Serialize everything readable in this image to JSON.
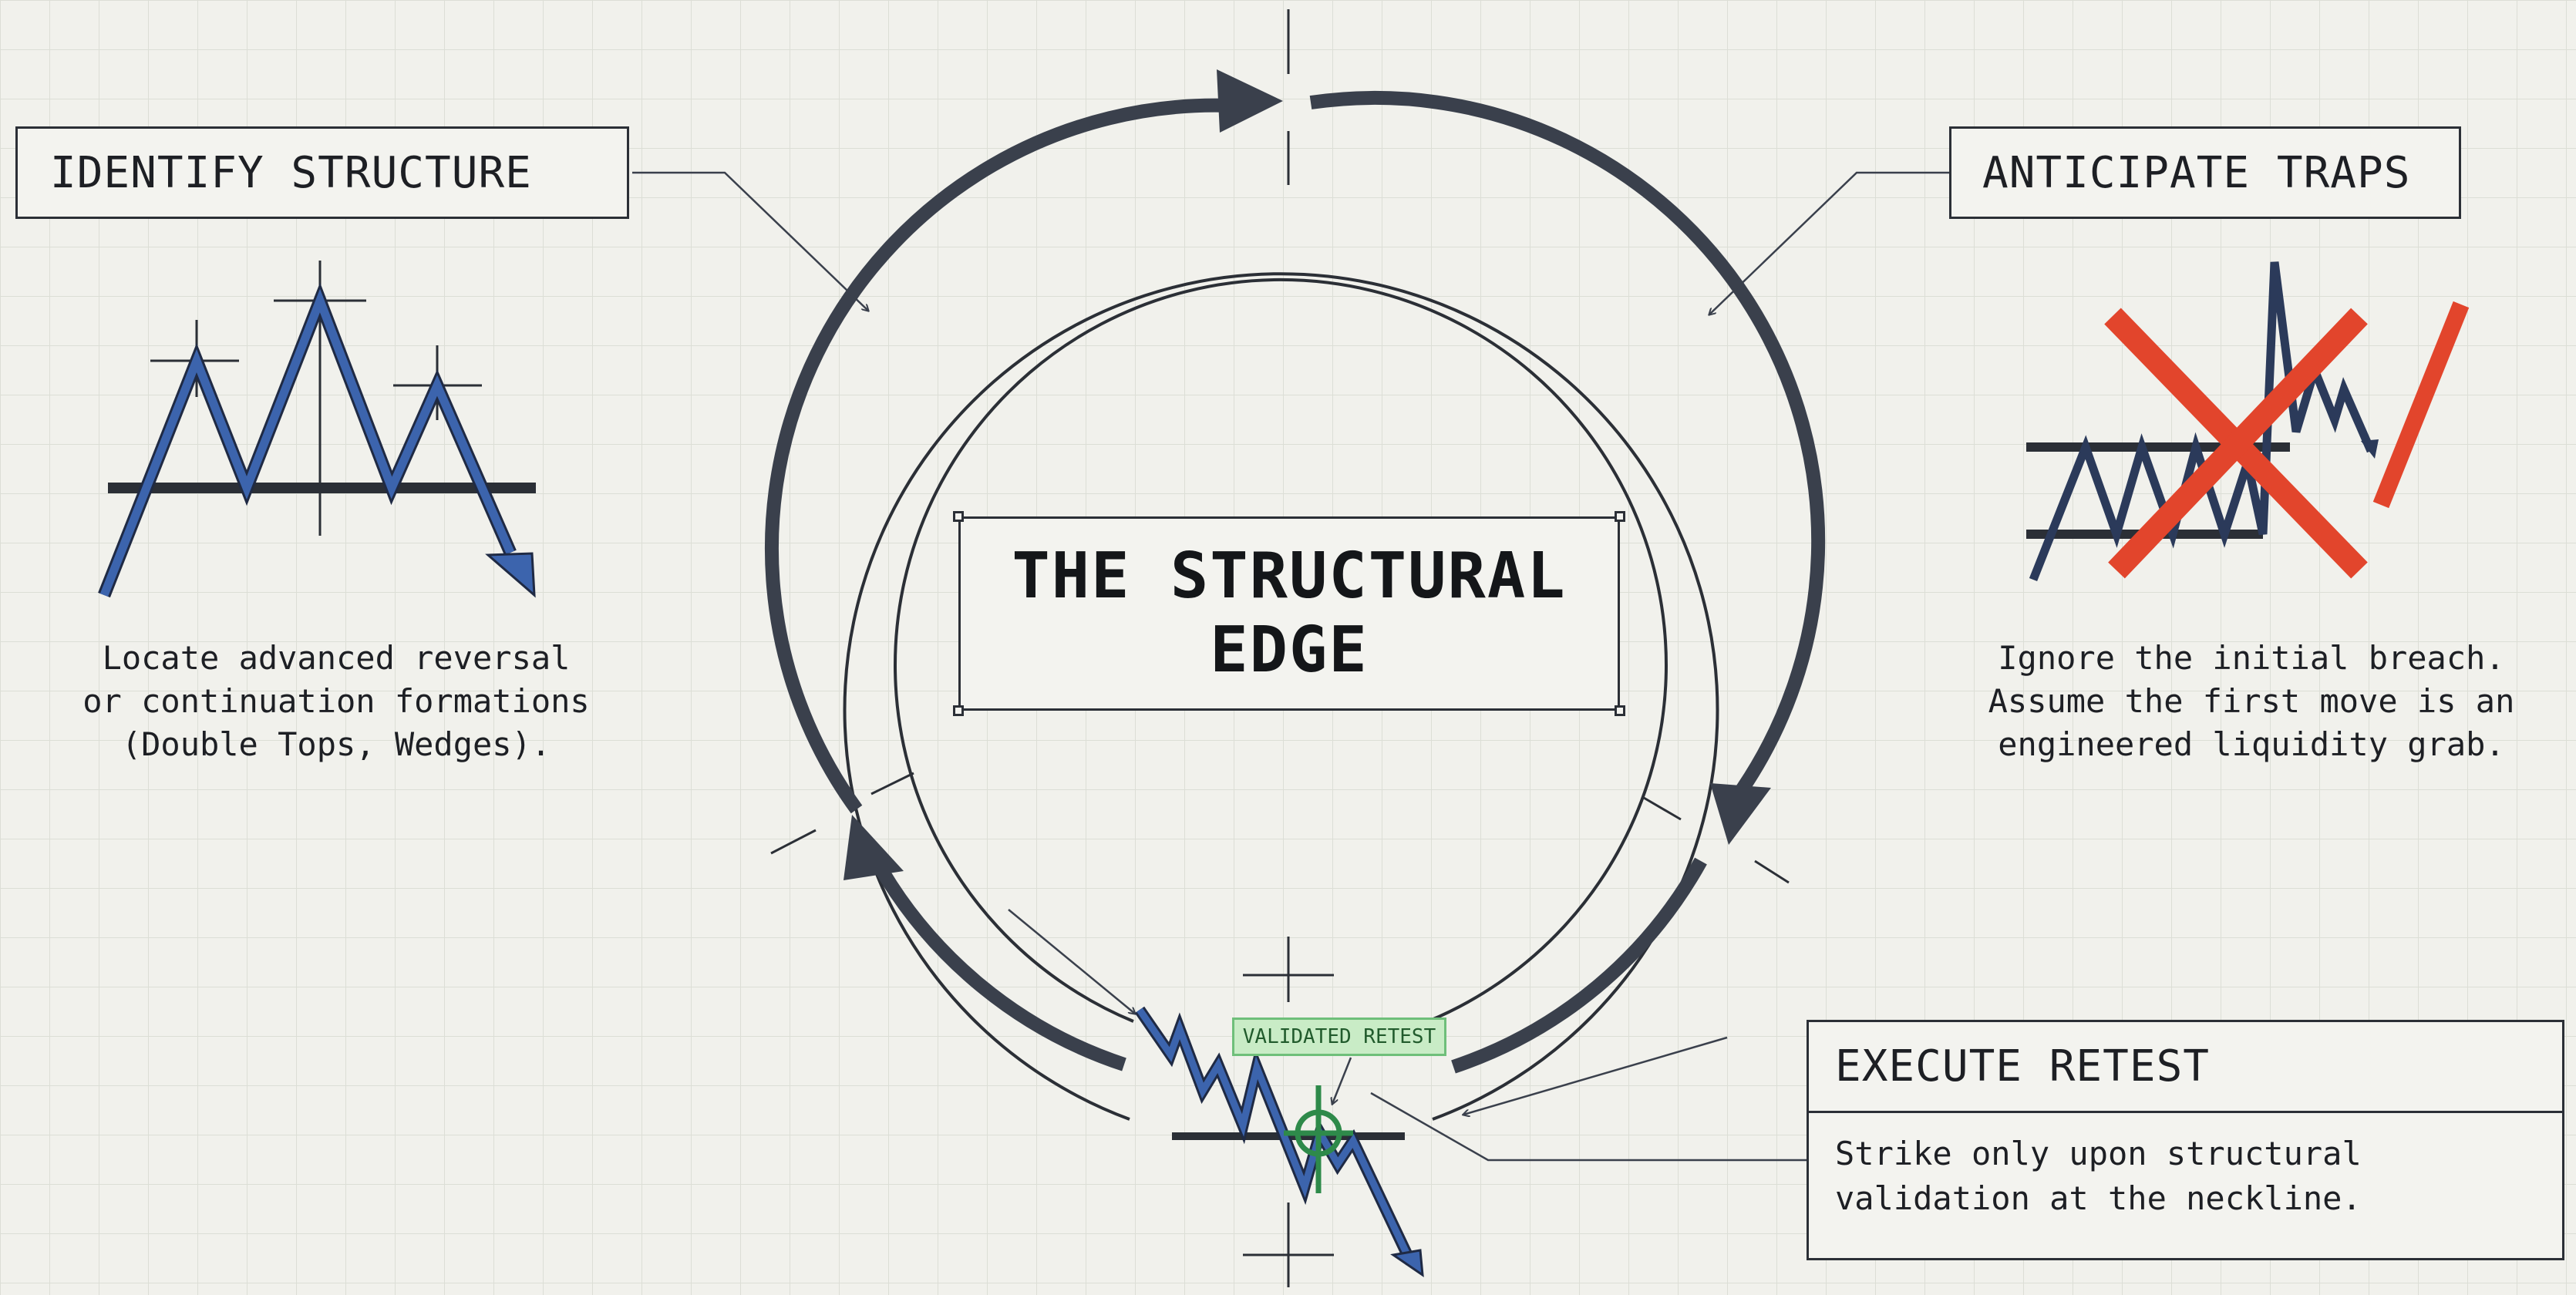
{
  "center": {
    "line1": "THE STRUCTURAL",
    "line2": "EDGE"
  },
  "identify": {
    "title": "IDENTIFY STRUCTURE",
    "desc": [
      "Locate advanced reversal",
      "or continuation formations",
      "(Double Tops, Wedges)."
    ]
  },
  "anticipate": {
    "title": "ANTICIPATE TRAPS",
    "desc": [
      "Ignore the initial breach.",
      "Assume the first move is an",
      "engineered liquidity grab."
    ]
  },
  "execute": {
    "title": "EXECUTE RETEST",
    "desc": [
      "Strike only upon structural",
      "validation at the neckline."
    ]
  },
  "retest_tag": "VALIDATED RETEST",
  "colors": {
    "ink": "#2b2f36",
    "pattern_blue": "#3c64ad",
    "cycle_arrow": "#3a404c",
    "trap_red": "#e2452c",
    "retest_green": "#2e8a4a",
    "tag_fill": "#c9ecc6",
    "grid": "#dcded6"
  }
}
